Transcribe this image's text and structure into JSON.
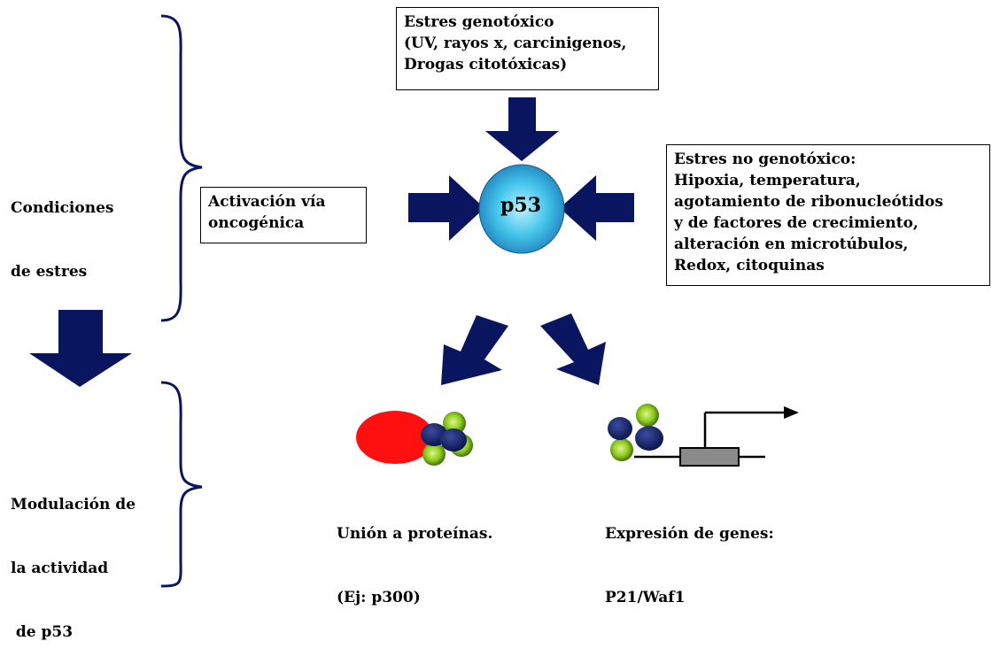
{
  "left_labels": {
    "stress_conditions": [
      "Condiciones",
      "de estres"
    ],
    "modulation": [
      "Modulación de",
      "la actividad",
      " de p53"
    ]
  },
  "boxes": {
    "genotoxic": [
      "Estres genotóxico",
      "(UV, rayos x, carcinigenos,",
      "Drogas citotóxicas)"
    ],
    "oncogenic": [
      "Activación vía",
      "oncogénica"
    ],
    "non_genotoxic": [
      "Estres no genotóxico:",
      "Hipoxia, temperatura,",
      "agotamiento de ribonucleótidos",
      "y de factores de crecimiento,",
      "alteración en microtúbulos,",
      "Redox, citoquinas"
    ]
  },
  "center": {
    "label": "p53"
  },
  "outcomes": {
    "protein_binding": [
      "Unión a proteínas.",
      "(Ej: p300)"
    ],
    "gene_expression": [
      "Expresión de genes:",
      "P21/Waf1"
    ]
  },
  "colors": {
    "arrow": "#0a1560",
    "brace": "#0a1560",
    "p53_fill": "#3fc3e8",
    "red_protein": "#ff1010",
    "green_subunit": "#7fc21a",
    "navy_subunit": "#1a2a70",
    "promoter_box": "#8a8a8a"
  }
}
